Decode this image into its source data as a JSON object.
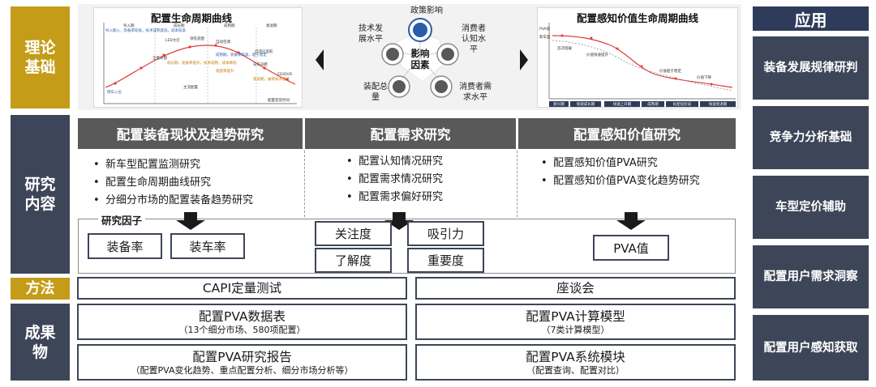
{
  "sections": {
    "theory": "理论\n基础",
    "research": "研究\n内容",
    "method": "方法",
    "outcome": "成果\n物"
  },
  "application": {
    "title": "应用",
    "items": [
      "装备发展规律研判",
      "竞争力分析基础",
      "车型定价辅助",
      "配置用户需求洞察",
      "配置用户感知获取"
    ]
  },
  "theory_panel": {
    "lifecycle_chart": {
      "title": "配置生命周期曲线",
      "phases": [
        "导入期",
        "成长期",
        "成熟期",
        "衰退期"
      ],
      "notes": [
        "导入期入，装备率较低，技术成熟度低，成本较高",
        "LED大灯",
        "领先装配",
        "成长期，装备率提升，技术成熟，成本降低",
        "成熟期，装备率较高，趋于稳定",
        "衰退期，被新技术替代",
        "全景天窗",
        "自动空调",
        "自适应巡航",
        "CD/DVD",
        "日车间距",
        "倒车入位",
        "装配率提升",
        "主流配置"
      ],
      "x_label": "配置普及时间"
    },
    "center": {
      "hub": "影响\n因素",
      "factors": [
        "政策影响",
        "消费者认知水平",
        "消费者需求水平",
        "装配总量",
        "技术发展水平"
      ]
    },
    "pva_chart": {
      "title": "配置感知价值生命周期曲线",
      "segments": [
        "新兴期",
        "快速成长期",
        "快速上升期",
        "成熟期",
        "标配化阶段",
        "快速衰退期"
      ],
      "notes": [
        "新车型",
        "PVA值",
        "首次搭载",
        "价值快速提升",
        "价值趋于稳定",
        "价值下降"
      ]
    }
  },
  "research": {
    "columns": [
      {
        "title": "配置装备现状及趋势研究",
        "bullets": [
          "新车型配置监测研究",
          "配置生命周期曲线研究",
          "分细分市场的配置装备趋势研究"
        ]
      },
      {
        "title": "配置需求研究",
        "bullets": [
          "配置认知情况研究",
          "配置需求情况研究",
          "配置需求偏好研究"
        ]
      },
      {
        "title": "配置感知价值研究",
        "bullets": [
          "配置感知价值PVA研究",
          "配置感知价值PVA变化趋势研究"
        ]
      }
    ],
    "factor_title": "研究因子",
    "factors_left": [
      "装备率",
      "装车率"
    ],
    "factors_mid": [
      "关注度",
      "吸引力",
      "了解度",
      "重要度"
    ],
    "factors_right": [
      "PVA值"
    ]
  },
  "methods": [
    "CAPI定量测试",
    "座谈会"
  ],
  "outcomes": [
    {
      "main": "配置PVA数据表",
      "sub": "（13个细分市场、580项配置）"
    },
    {
      "main": "配置PVA计算模型",
      "sub": "（7类计算模型）"
    },
    {
      "main": "配置PVA研究报告",
      "sub": "（配置PVA变化趋势、重点配置分析、细分市场分析等）"
    },
    {
      "main": "配置PVA系统模块",
      "sub": "（配置查询、配置对比）"
    }
  ],
  "colors": {
    "gold": "#c49c17",
    "navy": "#3d4658",
    "gray_header": "#595959",
    "accent_red": "#e03b3b",
    "accent_blue": "#2a5cab"
  }
}
